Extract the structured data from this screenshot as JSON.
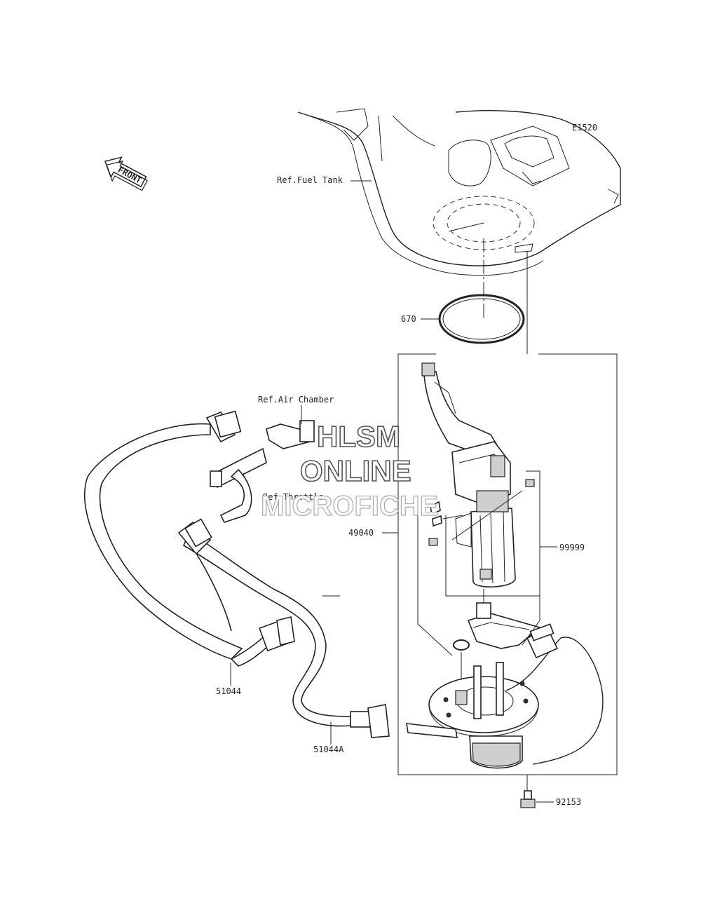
{
  "diagram": {
    "code": "E1520",
    "front_badge": "FRONT",
    "references": {
      "fuel_tank": "Ref.Fuel Tank",
      "air_chamber": "Ref.Air Chamber",
      "throttle": "Ref.Throttle"
    },
    "parts": {
      "p670": "670",
      "p49040": "49040",
      "p99999": "99999",
      "p51044": "51044",
      "p51044a": "51044A",
      "p92153": "92153"
    },
    "watermark": {
      "line1": "HLSM",
      "line2": "ONLINE",
      "line3": "MICROFICHE"
    }
  }
}
